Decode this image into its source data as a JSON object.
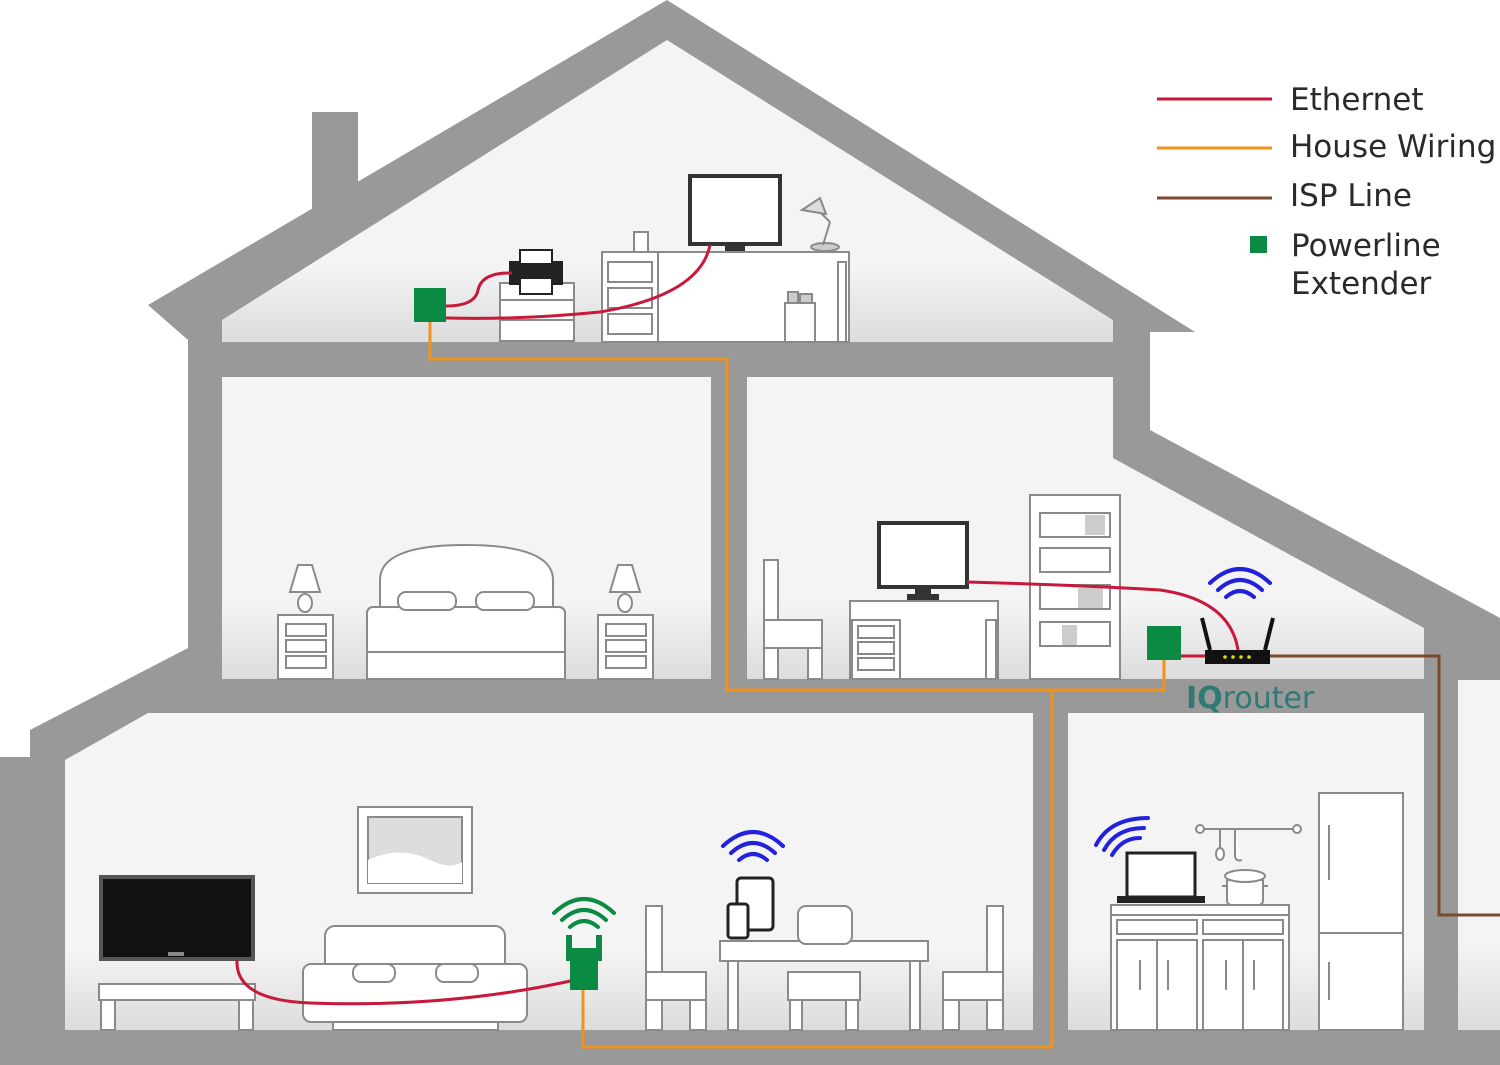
{
  "legend": {
    "ethernet": "Ethernet",
    "house_wiring": "House Wiring",
    "isp_line": "ISP Line",
    "powerline_line1": "Powerline",
    "powerline_line2": "Extender"
  },
  "brand": {
    "prefix": "IQ",
    "suffix": "router"
  },
  "colors": {
    "ethernet": "#c8193b",
    "house_wiring": "#f0921e",
    "isp_line": "#7a4a2a",
    "powerline": "#0a8a43",
    "wifi": "#2222dd",
    "extender_wifi": "#0a8a43",
    "walls": "#999999",
    "room": "#f2f2f2",
    "brand": "#2f7a72"
  }
}
